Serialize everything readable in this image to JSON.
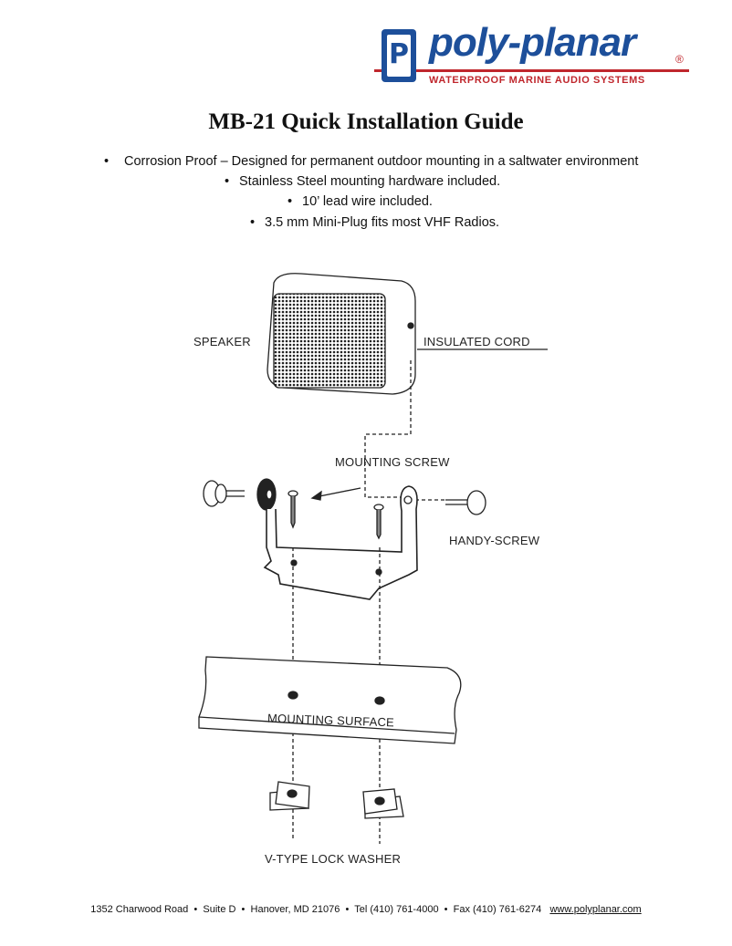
{
  "logo": {
    "brand": "poly-planar",
    "tagline": "WATERPROOF MARINE AUDIO SYSTEMS",
    "mark": "P",
    "registered": "®"
  },
  "title": "MB-21 Quick Installation Guide",
  "bullets": [
    "Corrosion Proof – Designed for permanent outdoor mounting in a saltwater environment",
    "Stainless Steel mounting hardware included.",
    "10’ lead wire included.",
    "3.5 mm Mini-Plug fits most VHF Radios."
  ],
  "bullet_symbol": "•",
  "diagram": {
    "speaker": "SPEAKER",
    "insulated_cord": "INSULATED CORD",
    "mounting_screw": "MOUNTING SCREW",
    "handy_screw": "HANDY-SCREW",
    "mounting_surface": "MOUNTING SURFACE",
    "lock_washer": "V-TYPE LOCK WASHER"
  },
  "footer": {
    "address": "1352 Charwood Road  •  Suite D  •  Hanover, MD 21076  •  Tel (410) 761-4000  •  Fax (410) 761-6274",
    "website": "www.polyplanar.com"
  },
  "colors": {
    "brand_blue": "#1d4f9a",
    "brand_red": "#c0272d"
  }
}
